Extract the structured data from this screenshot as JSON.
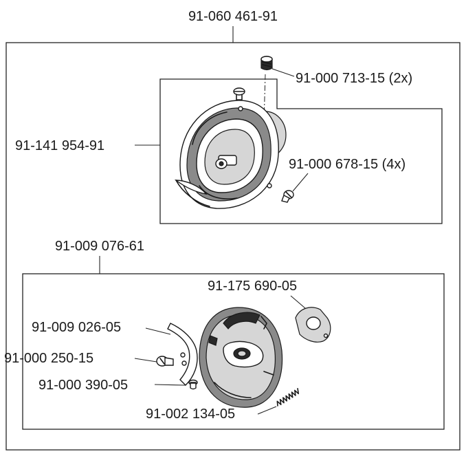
{
  "labels": {
    "main_assembly": "91-060 461-91",
    "hook_set": "91-141 954-91",
    "screw_top": "91-000 713-15 (2x)",
    "screw_hook": "91-000 678-15 (4x)",
    "bobbin_case_set": "91-009 076-61",
    "plate": "91-175 690-05",
    "latch": "91-009 026-05",
    "screw_latch": "91-000 250-15",
    "screw_small": "91-000 390-05",
    "spring": "91-002 134-05"
  }
}
